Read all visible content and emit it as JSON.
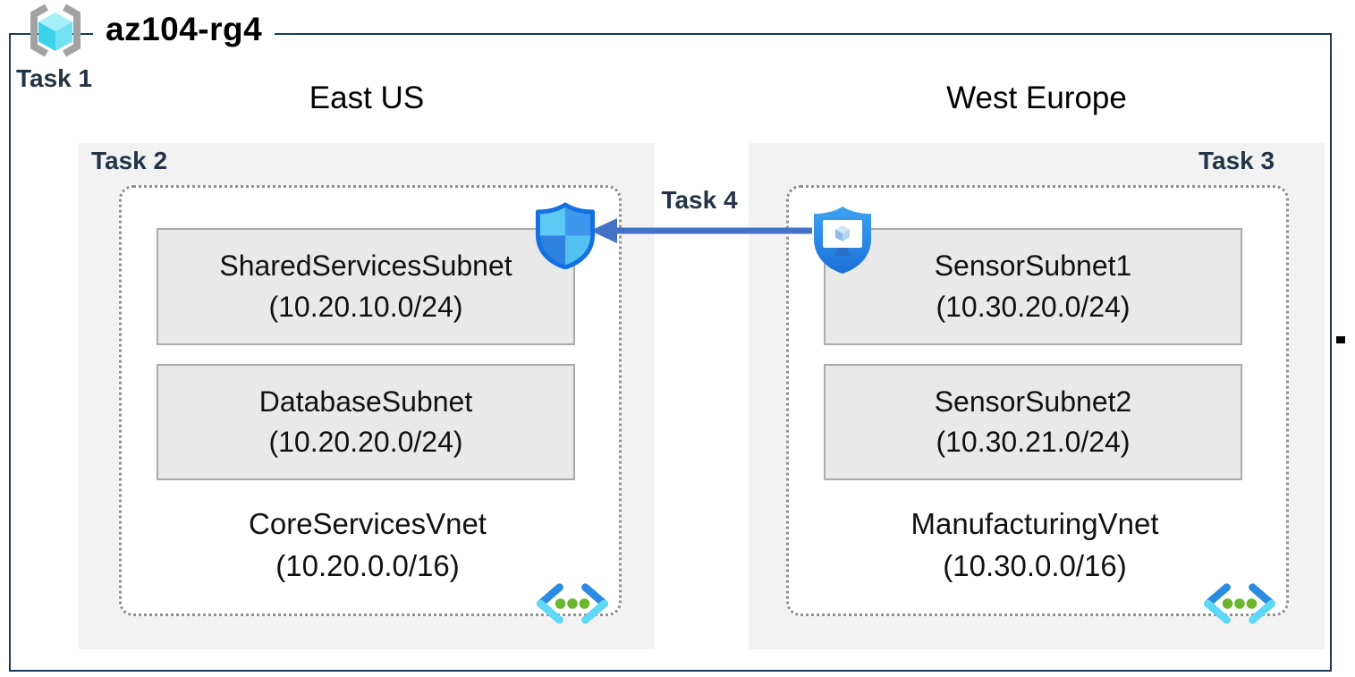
{
  "header": {
    "resource_group": "az104-rg4",
    "task1": "Task 1"
  },
  "peering": {
    "label": "Task 4"
  },
  "regions": [
    {
      "name": "East US",
      "task_label": "Task 2",
      "vnet": {
        "name": "CoreServicesVnet",
        "cidr": "(10.20.0.0/16)",
        "subnets": [
          {
            "name": "SharedServicesSubnet",
            "cidr": "(10.20.10.0/24)"
          },
          {
            "name": "DatabaseSubnet",
            "cidr": "(10.20.20.0/24)"
          }
        ]
      }
    },
    {
      "name": "West Europe",
      "task_label": "Task 3",
      "vnet": {
        "name": "ManufacturingVnet",
        "cidr": "(10.30.0.0/16)",
        "subnets": [
          {
            "name": "SensorSubnet1",
            "cidr": "(10.30.20.0/24)"
          },
          {
            "name": "SensorSubnet2",
            "cidr": "(10.30.21.0/24)"
          }
        ]
      }
    }
  ],
  "icons": {
    "resource_group": "resource-group-cube-in-brackets",
    "nsg": "network-security-group-shield",
    "bastion": "shield-with-monitor",
    "vnet": "virtual-network-angle-brackets-with-dots"
  },
  "colors": {
    "outer_border": "#1B3A5C",
    "task_label_text": "#243447",
    "panel_bg": "#F2F2F2",
    "subnet_bg": "#E9E9E9",
    "subnet_border": "#ABABAB",
    "dotted_border": "#8F8F8F",
    "arrow_blue": "#4472C4",
    "shield_outline_blue": "#1470E1",
    "shield_light_cyan": "#5BC9F3",
    "shield_mid_blue": "#3E97EC",
    "bastion_blue": "#2B87E4",
    "vnet_bracket_blue": "#2B8BE2",
    "vnet_bracket_cyan": "#5FD7F7",
    "vnet_dot_green": "#6CB52E",
    "rg_bracket_gray": "#A2A2A2",
    "rg_cube_cyan": "#3CD2E9"
  }
}
